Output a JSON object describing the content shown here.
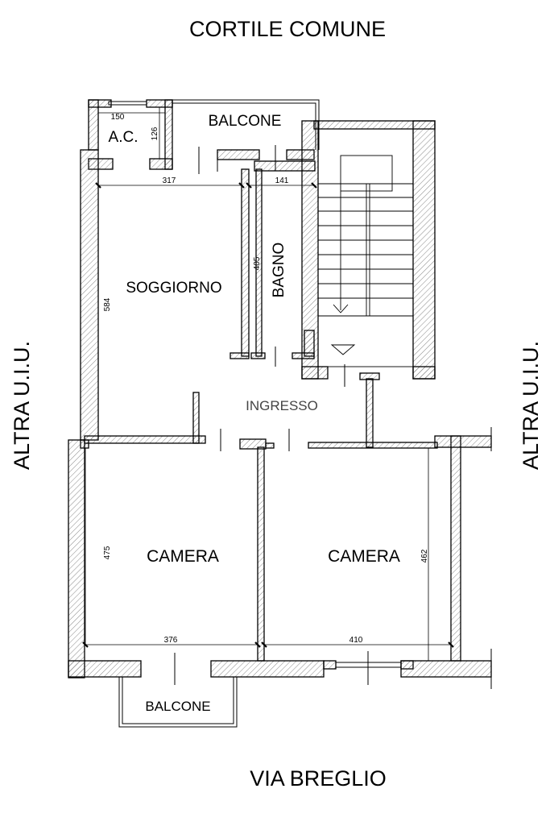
{
  "outside_labels": {
    "top": "CORTILE COMUNE",
    "bottom": "VIA BREGLIO",
    "left": "ALTRA U.I.U.",
    "right": "ALTRA U.I.U."
  },
  "rooms": {
    "ac": "A.C.",
    "balcone_top": "BALCONE",
    "soggiorno": "SOGGIORNO",
    "bagno": "BAGNO",
    "ingresso": "INGRESSO",
    "camera_left": "CAMERA",
    "camera_right": "CAMERA",
    "balcone_bottom": "BALCONE"
  },
  "dimensions": {
    "ac_width": "150",
    "ac_height": "126",
    "soggiorno_width": "317",
    "bagno_width": "141",
    "bagno_height": "405",
    "soggiorno_height": "584",
    "camera_left_height": "475",
    "camera_left_width": "376",
    "camera_right_width": "410",
    "camera_right_height": "462"
  }
}
